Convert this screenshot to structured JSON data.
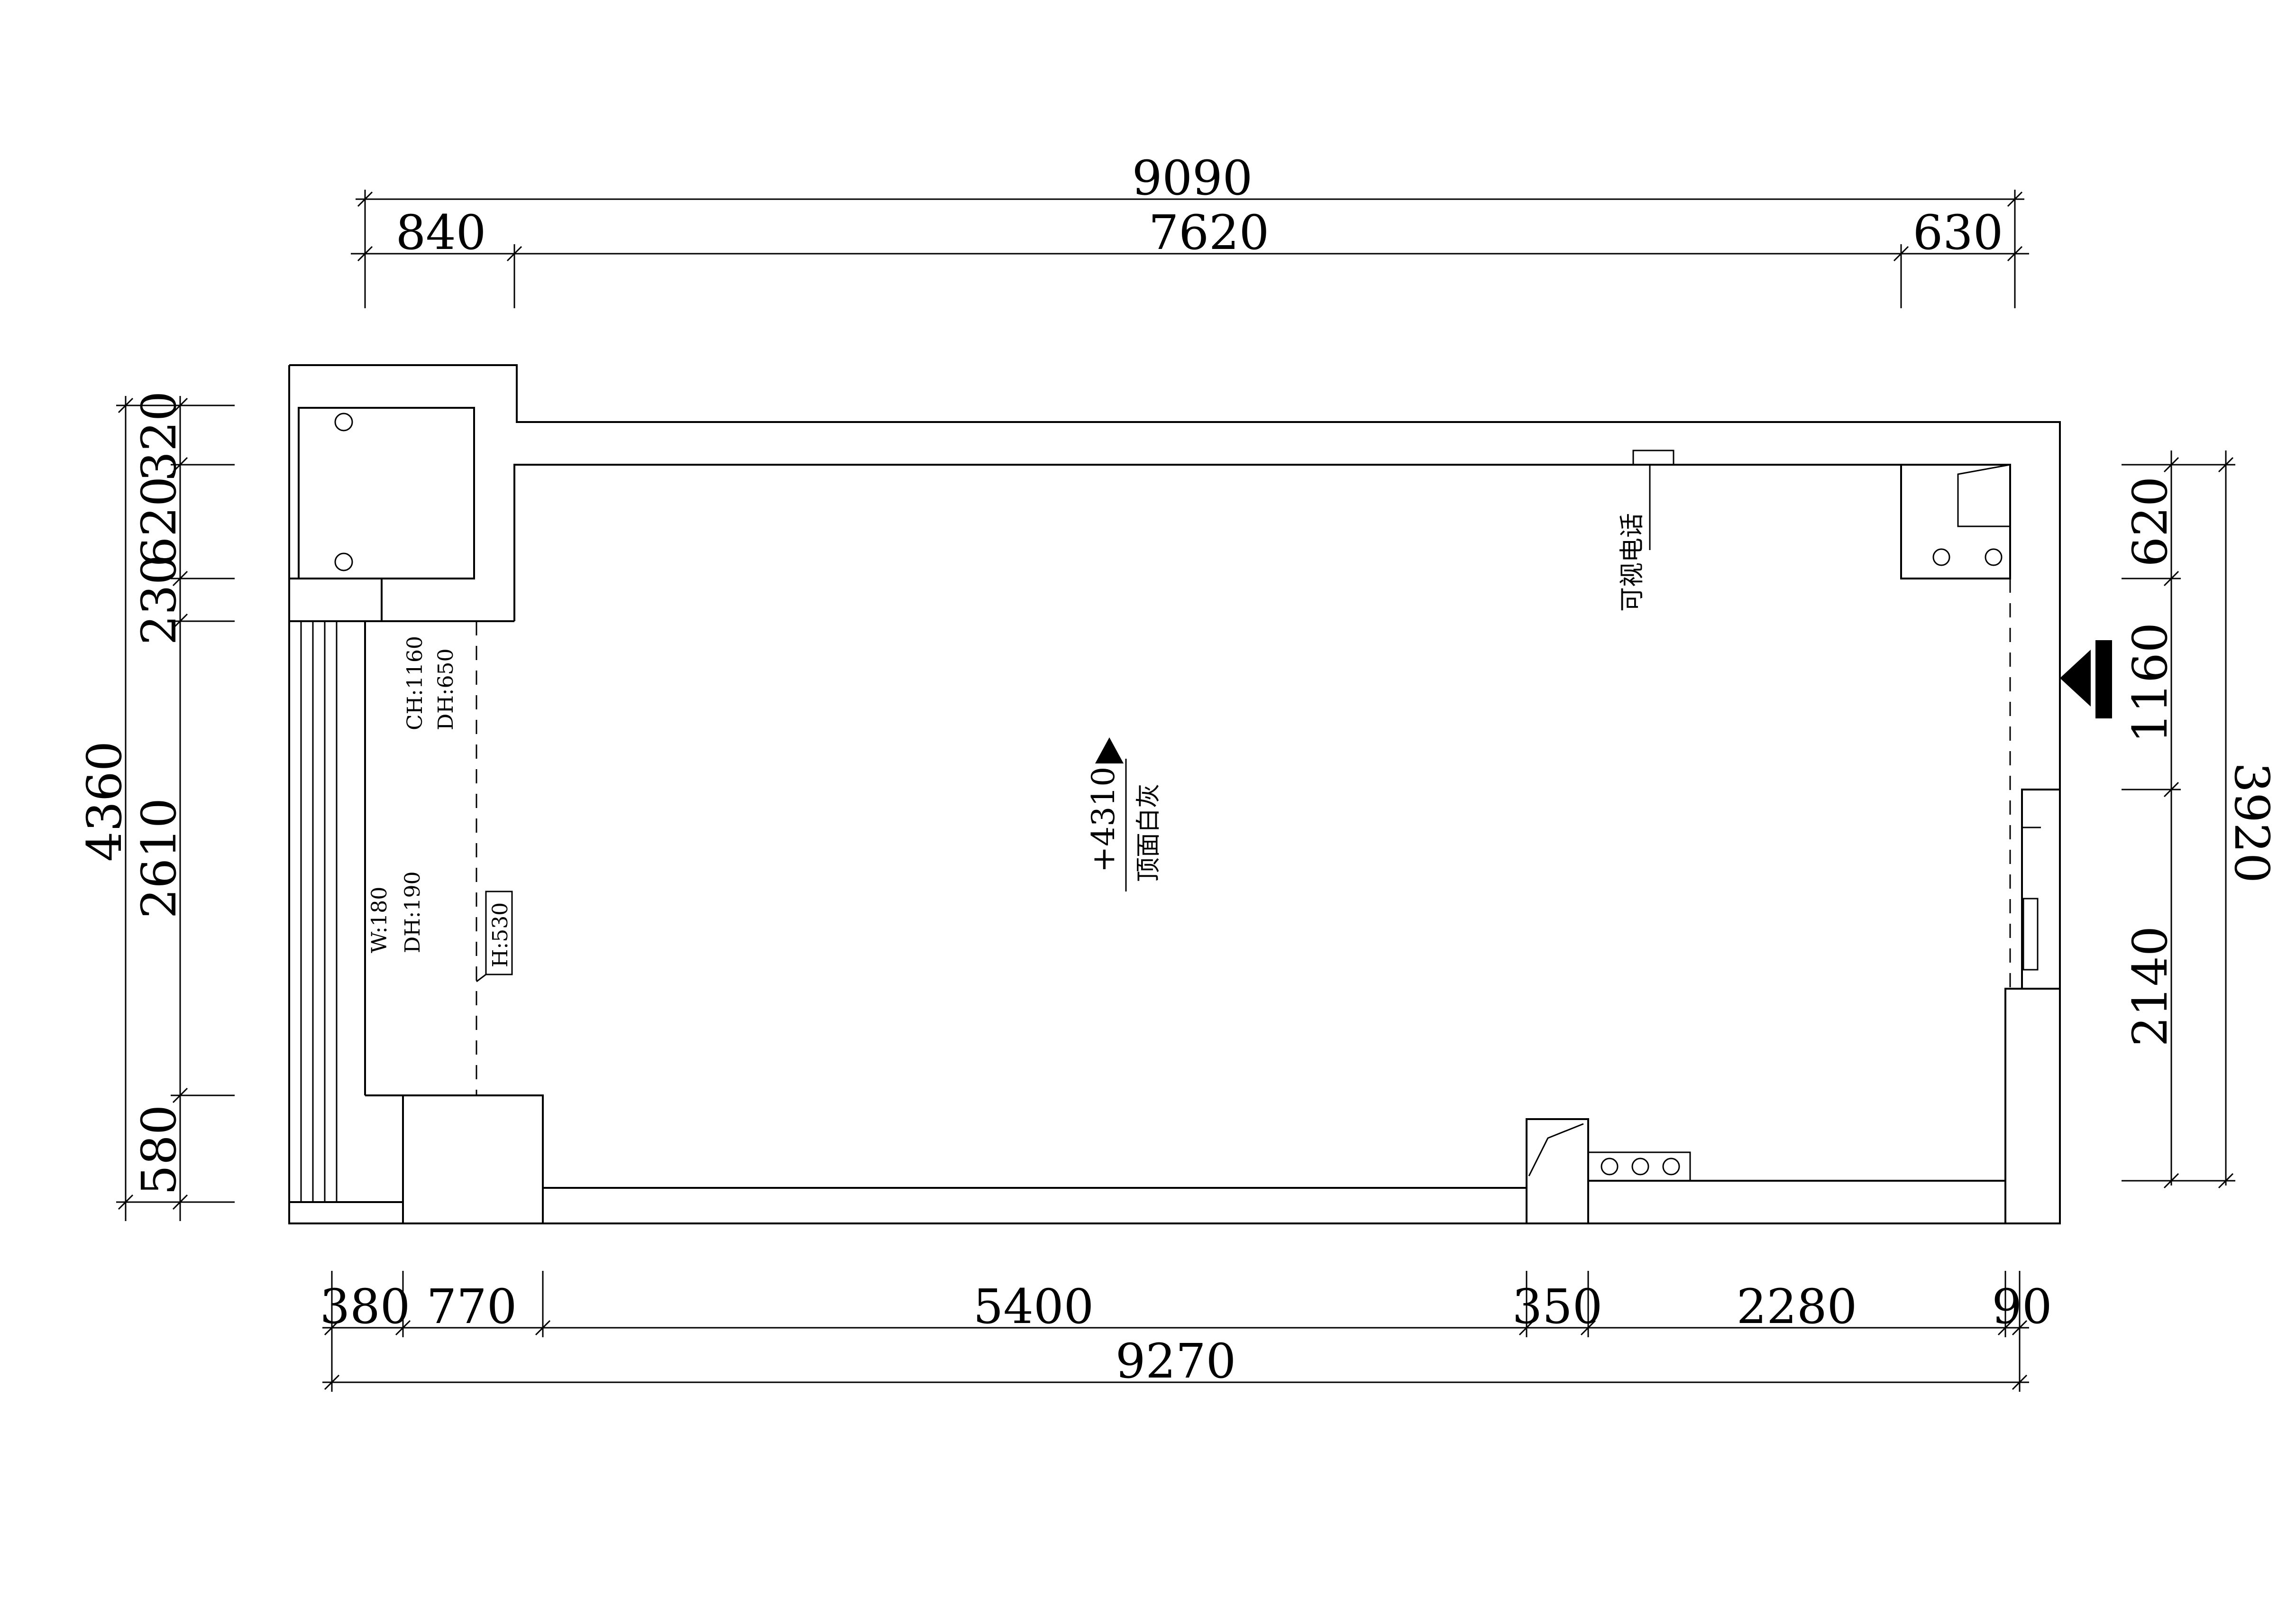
{
  "dimensions": {
    "top_total": "9090",
    "top_segments": [
      "840",
      "7620",
      "630"
    ],
    "bottom_segments": [
      "380",
      "770",
      "5400",
      "350",
      "2280",
      "90"
    ],
    "bottom_total": "9270",
    "left_total": "4360",
    "left_segments": [
      "320",
      "620",
      "230",
      "2610",
      "580"
    ],
    "right_segments": [
      "620",
      "1160",
      "2140"
    ],
    "right_total": "3920"
  },
  "annotations": {
    "ceiling_height": "+4310",
    "ceiling_finish": "顶面白灰",
    "window_ch": "CH:1160",
    "window_dh": "DH:650",
    "window_w": "W:180",
    "window_dh2": "DH:190",
    "window_h": "H:530",
    "video_intercom": "可视电话"
  }
}
